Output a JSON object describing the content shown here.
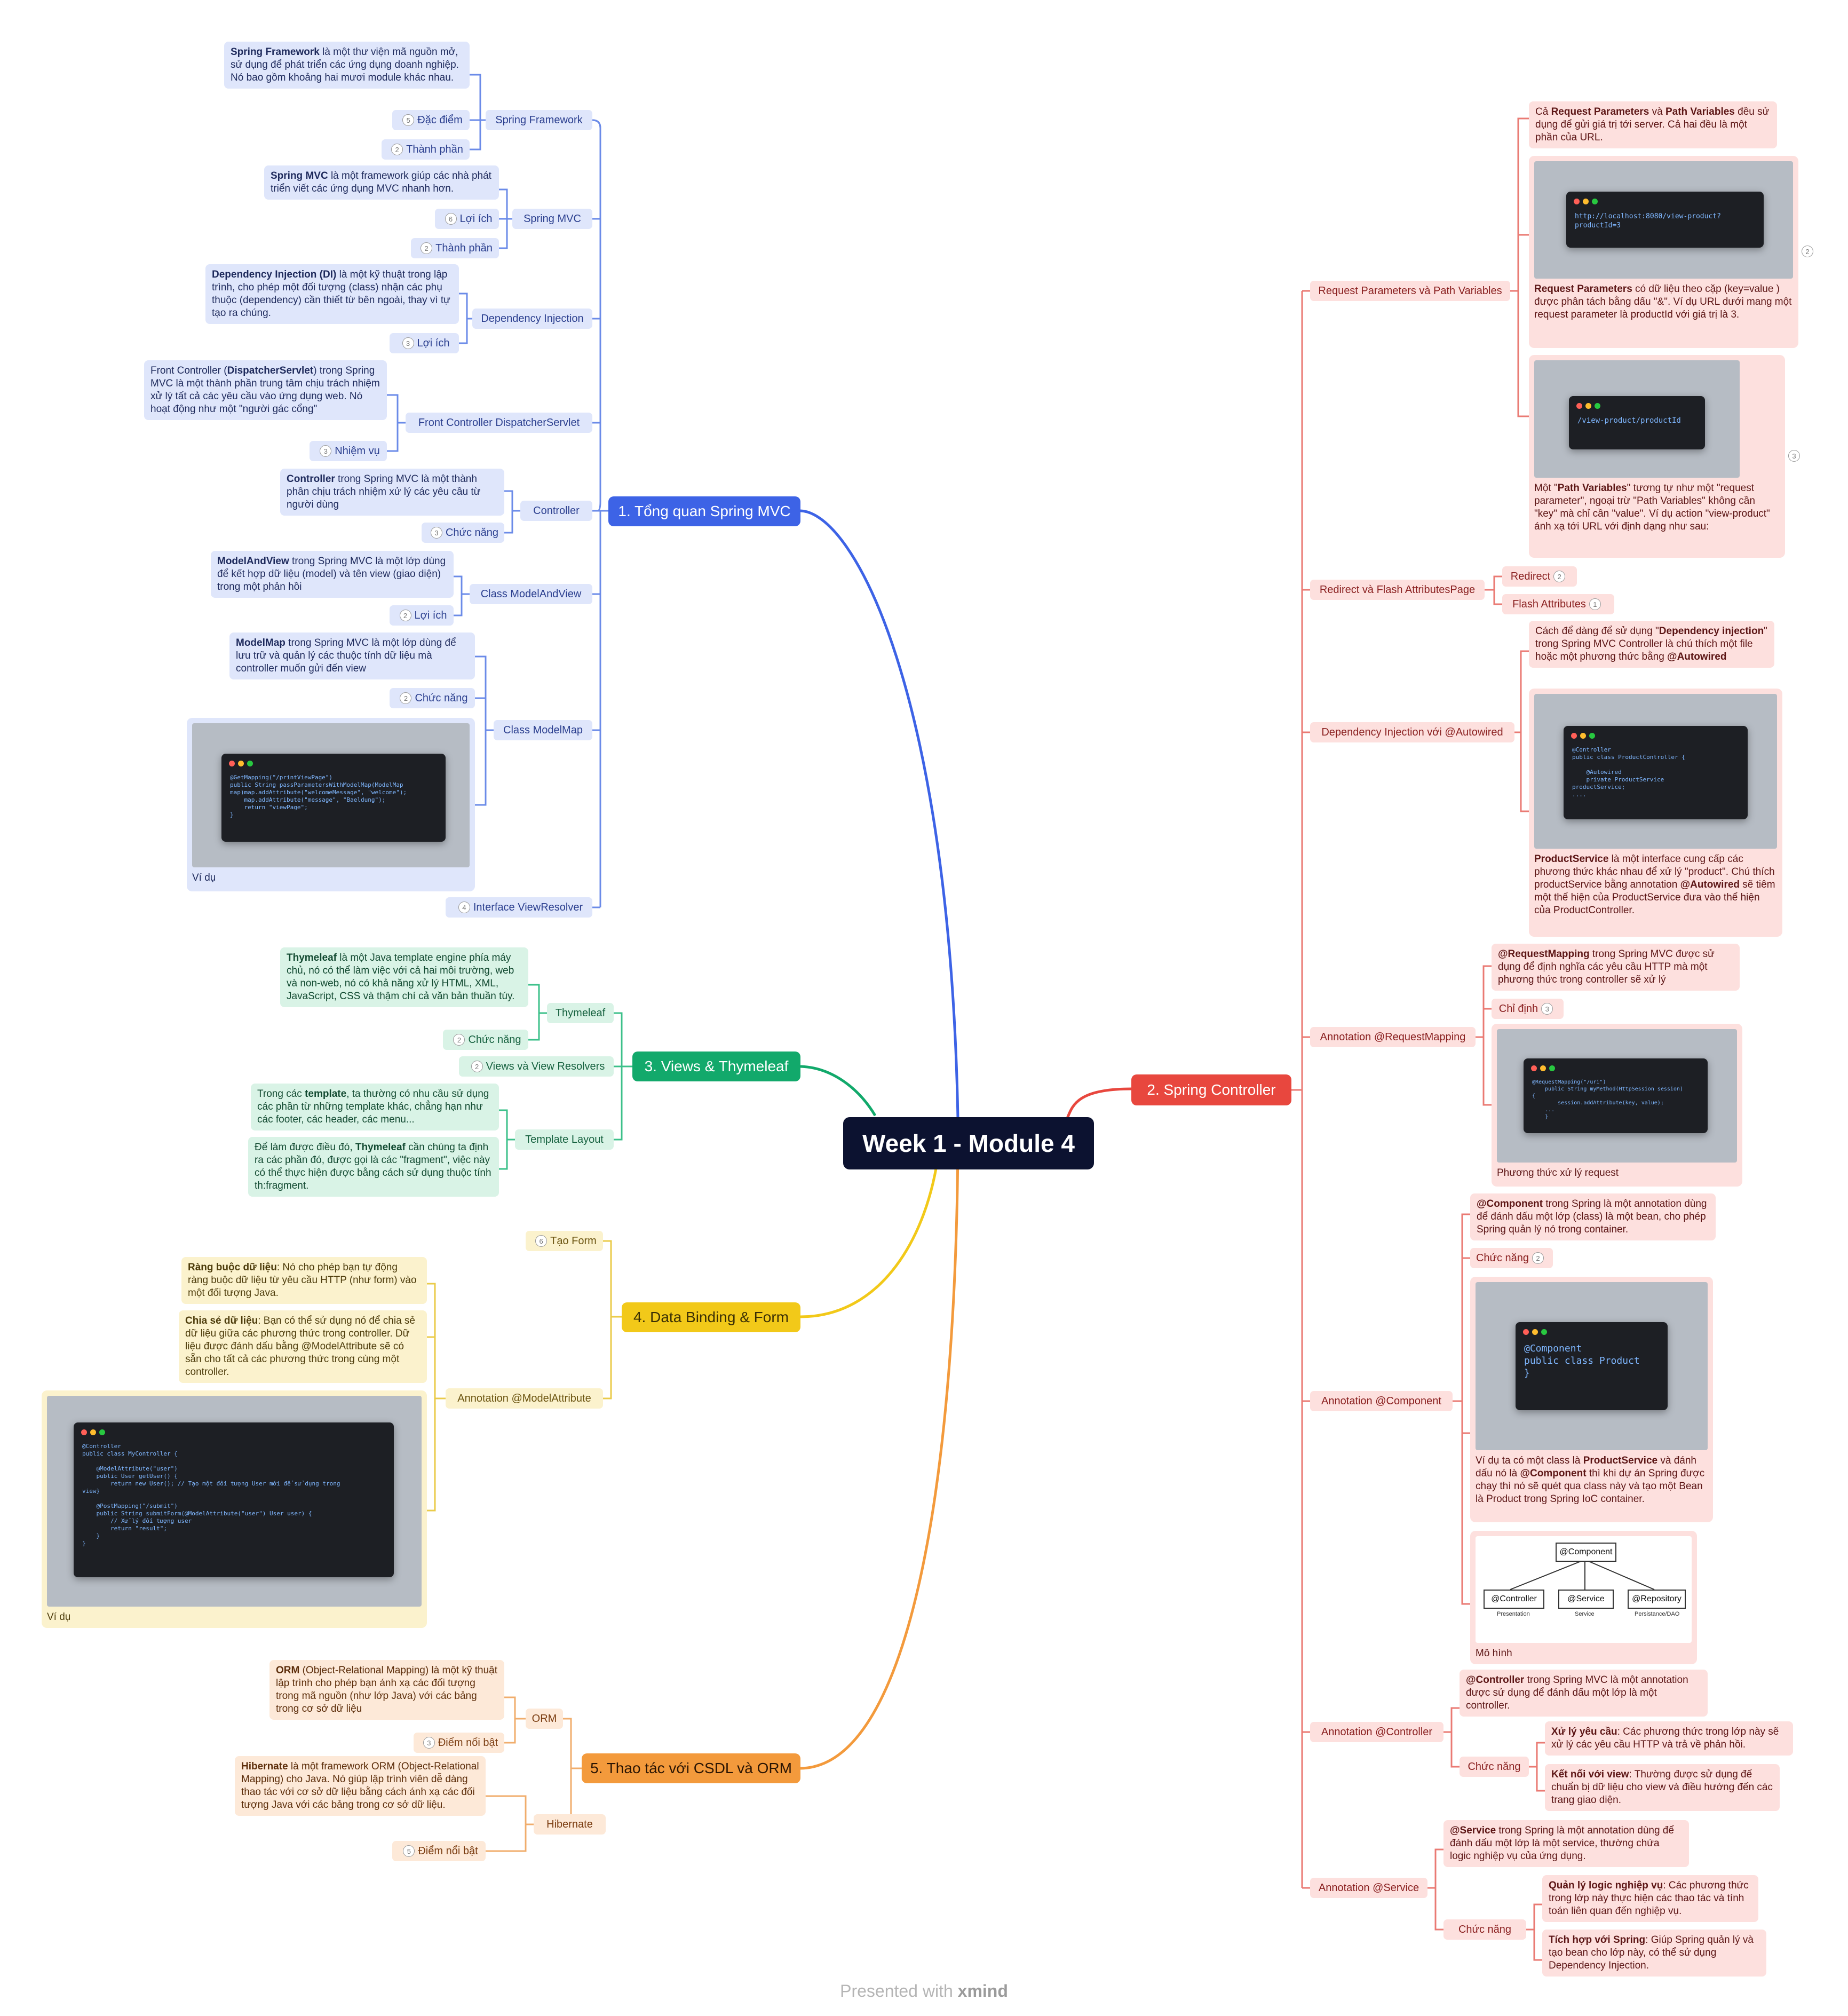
{
  "root": "Week 1 - Module 4",
  "colors": {
    "blue": "#3d63e6",
    "green": "#12a96b",
    "yellow": "#f2c919",
    "orange": "#f39a3c",
    "red": "#e8473e",
    "root": "#0c1230"
  },
  "branch1": {
    "title": "1. Tổng quan Spring MVC",
    "spring_framework": {
      "label": "Spring Framework",
      "desc_bold": "Spring Framework",
      "desc": " là một thư viện mã nguồn mở, sử dụng để phát triển các ứng dụng doanh nghiệp. Nó bao gồm khoảng hai mươi module khác nhau.",
      "features": "Đặc điểm",
      "features_count": "5",
      "components": "Thành phần",
      "components_count": "2"
    },
    "spring_mvc": {
      "label": "Spring MVC",
      "desc_bold": "Spring MVC",
      "desc": " là một framework giúp các nhà phát triển viết các ứng dụng MVC nhanh hơn.",
      "benefits": "Lợi ích",
      "benefits_count": "6",
      "components": "Thành phần",
      "components_count": "2"
    },
    "di": {
      "label": "Dependency Injection",
      "desc_bold": "Dependency Injection (DI)",
      "desc": " là một kỹ thuật trong lập trình, cho phép một đối tượng (class) nhận các phụ thuộc (dependency) cần thiết từ bên ngoài, thay vì tự tạo ra chúng.",
      "benefits": "Lợi ích",
      "benefits_count": "3"
    },
    "front": {
      "label": "Front Controller DispatcherServlet",
      "desc_a": "Front Controller (",
      "desc_bold": "DispatcherServlet",
      "desc_b": ") trong Spring MVC là một thành phần trung tâm chịu trách nhiệm xử lý tất cả các yêu cầu vào ứng dụng web. Nó hoạt động như một \"người gác cổng\"",
      "duty": "Nhiệm vụ",
      "duty_count": "3"
    },
    "controller": {
      "label": "Controller",
      "desc_bold": "Controller",
      "desc": " trong Spring MVC là một thành phần chịu trách nhiệm xử lý các yêu cầu từ người dùng",
      "func": "Chức năng",
      "func_count": "3"
    },
    "mav": {
      "label": "Class ModelAndView",
      "desc_bold": "ModelAndView",
      "desc": " trong Spring MVC là một lớp dùng để kết hợp dữ liệu (model) và tên view (giao diện) trong một phản hồi",
      "benefits": "Lợi ích",
      "benefits_count": "2"
    },
    "modelmap": {
      "label": "Class ModelMap",
      "desc_bold": "ModelMap",
      "desc": " trong Spring MVC là một lớp dùng để lưu trữ và quản lý các thuộc tính dữ liệu mà controller muốn gửi đến view",
      "func": "Chức năng",
      "func_count": "2",
      "example": "Ví dụ",
      "code": "@GetMapping(\"/printViewPage\")\npublic String passParametersWithModelMap(ModelMap\nmap)map.addAttribute(\"welcomeMessage\", \"welcome\");\n    map.addAttribute(\"message\", \"Baeldung\");\n    return \"viewPage\";\n}"
    },
    "viewresolver": {
      "label": "Interface ViewResolver",
      "count": "4"
    }
  },
  "branch2": {
    "title": "2. Spring Controller",
    "params": {
      "label": "Request Parameters và Path Variables",
      "intro_a": "Cả ",
      "intro_b1": "Request Parameters",
      "intro_c": " và ",
      "intro_b2": "Path Variables",
      "intro_d": " đều sử dụng để gửi giá trị tới server. Cả hai đều là một phần của URL.",
      "code1": "http://localhost:8080/view-product?\nproductId=3",
      "cap1_bold": "Request Parameters",
      "cap1": " có dữ liệu theo cặp (key=value ) được phân tách bằng dấu \"&\". Ví dụ URL dưới mang một request parameter  là productId  với giá trị là 3.",
      "cap1_count": "2",
      "code2": "/view-product/productId",
      "cap2_a": "Một \"",
      "cap2_bold": "Path Variables",
      "cap2_b": "\" tương tự như một \"request parameter\", ngoại trừ \"Path Variables\" không cần \"key\" mà chỉ cần \"value\". Ví dụ action \"view-product\" ánh xạ tới URL với định dạng như sau:",
      "cap2_count": "3"
    },
    "redirect": {
      "label": "Redirect và Flash AttributesPage",
      "redirect": "Redirect",
      "redirect_count": "2",
      "flash": "Flash Attributes",
      "flash_count": "1"
    },
    "autowired": {
      "label": "Dependency Injection với @Autowired",
      "intro_a": "Cách để dàng để sử dụng \"",
      "intro_bold": "Dependency injection",
      "intro_b": "\" trong Spring MVC Controller là chú thích một file hoặc một phương thức bằng ",
      "intro_bold2": "@Autowired",
      "code": "@Controller\npublic class ProductController {\n\n    @Autowired\n    private ProductService\nproductService;\n....",
      "cap_bold": "ProductService",
      "cap_a": " là một interface cung cấp các phương thức khác nhau để xử lý \"product\". Chú thích productService bằng annotation ",
      "cap_bold2": "@Autowired",
      "cap_b": " sẽ tiêm một thể hiện của ProductService đưa vào thể hiện của ProductController."
    },
    "reqmap": {
      "label": "Annotation @RequestMapping",
      "desc_bold": "@RequestMapping",
      "desc": " trong Spring MVC được sử dụng để định nghĩa các yêu cầu HTTP mà một phương thức trong controller sẽ xử lý",
      "def": "Chỉ định",
      "def_count": "3",
      "code": "@RequestMapping(\"/uri\")\n    public String myMethod(HttpSession session)\n{\n        session.addAttribute(key, value);\n    ...\n    }",
      "caption": "Phương thức xử lý request"
    },
    "component": {
      "label": "Annotation @Component",
      "desc_bold": "@Component",
      "desc": " trong Spring là một annotation dùng để đánh dấu một lớp (class) là một bean, cho phép Spring quản lý nó trong container.",
      "func": "Chức năng",
      "func_count": "2",
      "code": "@Component\npublic class Product\n}",
      "cap_a": "Ví dụ ta có một class là ",
      "cap_bold": "ProductService",
      "cap_b": " và đánh dấu nó là ",
      "cap_bold2": "@Component",
      "cap_c": " thì khi dự án Spring được chạy thì  nó sẽ quét qua class này và tạo một Bean là Product trong Spring IoC container.",
      "model_caption": "Mô hình",
      "diagram": {
        "top": "@Component",
        "left": "@Controller",
        "mid": "@Service",
        "right": "@Repository",
        "left_sub": "Presentation",
        "mid_sub": "Service",
        "right_sub": "Persistance/DAO"
      }
    },
    "ctrl": {
      "label": "Annotation @Controller",
      "desc_bold": "@Controller",
      "desc": " trong Spring MVC là một annotation được sử dụng để đánh dấu một lớp là một controller.",
      "func": "Chức năng",
      "f1_bold": "Xử lý yêu cầu",
      "f1": ": Các phương thức trong lớp này sẽ xử lý các yêu cầu HTTP và trả về phản hồi.",
      "f2_bold": "Kết nối với view",
      "f2": ": Thường được sử dụng để chuẩn bị dữ liệu cho view và điều hướng đến các trang giao diện."
    },
    "service": {
      "label": "Annotation @Service",
      "desc_bold": "@Service",
      "desc": " trong Spring là một annotation dùng để đánh dấu một lớp là một service, thường chứa logic nghiệp vụ của ứng dụng.",
      "func": "Chức năng",
      "f1_bold": "Quản lý logic nghiệp vụ",
      "f1": ": Các phương thức trong lớp này thực hiện các thao tác và tính toán liên quan đến nghiệp vụ.",
      "f2_bold": "Tích hợp với Spring",
      "f2": ": Giúp Spring quản lý và tạo bean cho lớp này, có thể sử dụng Dependency Injection."
    }
  },
  "branch3": {
    "title": "3. Views & Thymeleaf",
    "thymeleaf": {
      "label": "Thymeleaf",
      "desc_bold": "Thymeleaf",
      "desc": " là một Java template engine phía máy chủ, nó có thể làm việc với cả hai môi trường, web và non-web, nó có khả năng xử lý HTML, XML, JavaScript, CSS và thậm chí cả văn bản thuần túy.",
      "func": "Chức năng",
      "func_count": "2"
    },
    "resolvers": {
      "label": "Views và View Resolvers",
      "count": "2"
    },
    "layout": {
      "label": "Template Layout",
      "n1_a": "Trong các ",
      "n1_bold": "template",
      "n1_b": ", ta thường có nhu cầu sử dụng các phần từ những template khác, chẳng hạn như các footer, các header, các menu...",
      "n2_a": "Để làm được điều đó, ",
      "n2_bold": "Thymeleaf",
      "n2_b": " cần chúng ta định ra các phần đó, được gọi là các \"fragment\", việc này có thể thực hiện được bằng cách sử dụng thuộc tính th:fragment."
    }
  },
  "branch4": {
    "title": "4. Data Binding & Form",
    "createform": {
      "label": "Tạo Form",
      "count": "6"
    },
    "modelattr": {
      "label": "Annotation @ModelAttribute",
      "n1_bold": "Ràng buộc dữ liệu",
      "n1": ": Nó cho phép bạn tự động ràng buộc dữ liệu từ yêu cầu HTTP (như form) vào một đối tượng Java.",
      "n2_bold": "Chia sẻ dữ liệu",
      "n2": ": Bạn có thể sử dụng nó để chia sẻ dữ liệu giữa các phương thức trong controller. Dữ liệu được đánh dấu bằng @ModelAttribute sẽ có sẵn cho tất cả các phương thức trong cùng một controller.",
      "example": "Ví dụ",
      "code": "@Controller\npublic class MyController {\n\n    @ModelAttribute(\"user\")\n    public User getUser() {\n        return new User(); // Tạo một đối tượng User mới để sử dụng trong\nview}\n\n    @PostMapping(\"/submit\")\n    public String submitForm(@ModelAttribute(\"user\") User user) {\n        // Xử lý đối tượng user\n        return \"result\";\n    }\n}"
    }
  },
  "branch5": {
    "title": "5. Thao tác với CSDL và ORM",
    "orm": {
      "label": "ORM",
      "desc_bold": "ORM",
      "desc": " (Object-Relational Mapping) là một kỹ thuật lập trình cho phép bạn ánh xạ các đối tượng trong mã nguồn (như lớp Java) với các bảng trong cơ sở dữ liệu",
      "feat": "Điểm nổi bật",
      "feat_count": "3"
    },
    "hibernate": {
      "label": "Hibernate",
      "desc_bold": "Hibernate",
      "desc": " là một framework ORM (Object-Relational Mapping) cho Java. Nó giúp lập trình viên dễ dàng thao tác với cơ sở dữ liệu bằng cách ánh xạ các đối tượng Java với các bảng trong cơ sở dữ liệu.",
      "feat": "Điểm nổi bật",
      "feat_count": "5"
    }
  },
  "footer": {
    "a": "Presented with ",
    "b": "xmind"
  }
}
